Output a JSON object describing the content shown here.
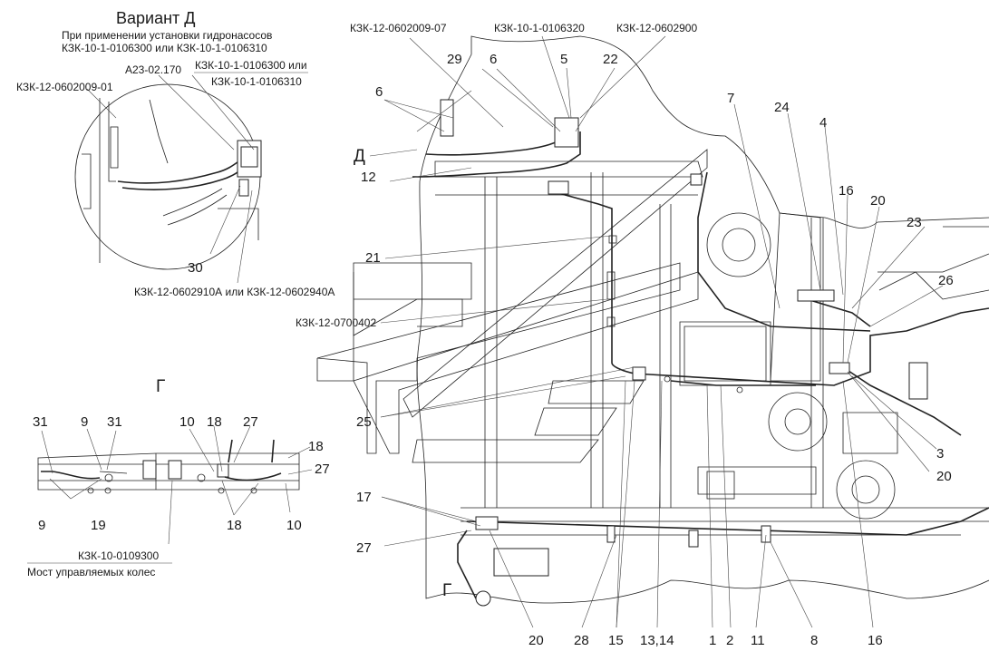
{
  "variant_d": {
    "title": "Вариант Д",
    "subtitle_1": "При применении установки гидронасосов",
    "subtitle_2": "КЗК-10-1-0106300 или КЗК-10-1-0106310"
  },
  "callouts": {
    "c_602009_01": "КЗК-12-0602009-01",
    "c_a23": "А23-02.170",
    "c_106300_or_1": "КЗК-10-1-0106300 или",
    "c_106310": "КЗК-10-1-0106310",
    "c_30": "30",
    "c_602910": "КЗК-12-0602910А или КЗК-12-0602940А",
    "c_602009_07": "КЗК-12-0602009-07",
    "c_106320": "КЗК-10-1-0106320",
    "c_602900": "КЗК-12-0602900",
    "c_700402": "КЗК-12-0700402",
    "c_109300": "КЗК-10-0109300",
    "c_bridge": "Мост управляемых колес"
  },
  "views": {
    "d_main": "Д",
    "g_side": "Г",
    "g_main": "Г"
  },
  "main_numbers": {
    "n29": "29",
    "n6a": "6",
    "n5": "5",
    "n22": "22",
    "n6b": "6",
    "n12": "12",
    "n7": "7",
    "n24": "24",
    "n4": "4",
    "n16a": "16",
    "n20a": "20",
    "n23": "23",
    "n26": "26",
    "n21": "21",
    "n25": "25",
    "n3": "3",
    "n20b": "20",
    "n17": "17",
    "n27": "27",
    "n20c": "20",
    "n28": "28",
    "n15": "15",
    "n1314": "13,14",
    "n1": "1",
    "n2": "2",
    "n11": "11",
    "n8": "8",
    "n16b": "16"
  },
  "bridge_numbers": {
    "b31a": "31",
    "b9a": "9",
    "b31b": "31",
    "b10a": "10",
    "b18a": "18",
    "b27a": "27",
    "b18b": "18",
    "b27b": "27",
    "b9b": "9",
    "b19": "19",
    "b18c": "18",
    "b10b": "10"
  }
}
